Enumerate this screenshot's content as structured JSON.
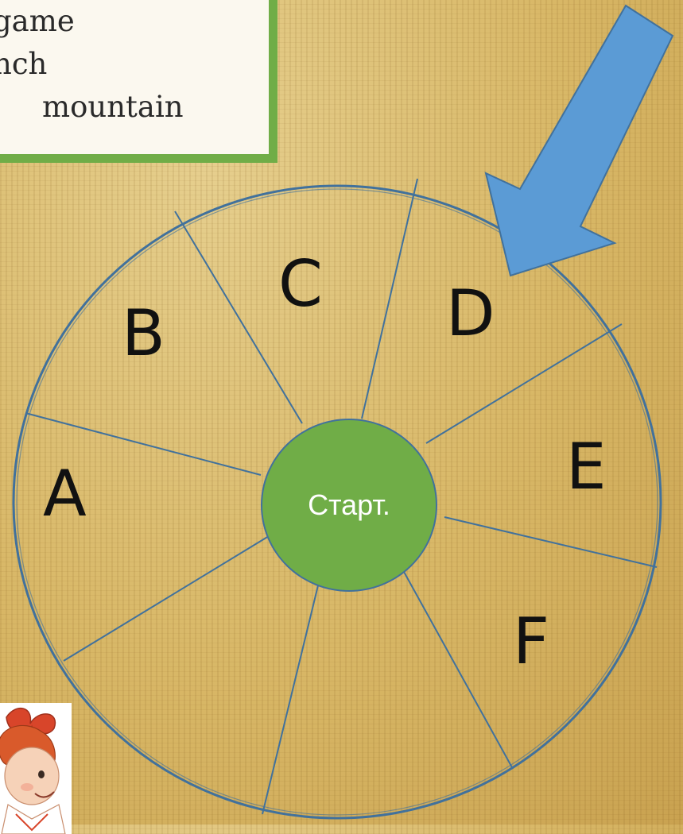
{
  "word_card": {
    "words": [
      "game",
      "nch",
      "mountain"
    ]
  },
  "wheel": {
    "sector_labels": {
      "a": "A",
      "b": "B",
      "c": "C",
      "d": "D",
      "e": "E",
      "f": "F"
    },
    "start_label": "Старт."
  },
  "colors": {
    "card_border": "#70ad47",
    "start_fill": "#70ad47",
    "wheel_line": "#41719c",
    "arrow_fill": "#5b9bd5",
    "background": "#d9b96b"
  },
  "icons": {
    "pointer": "arrow-down-left-icon",
    "character": "girl-with-bow-icon"
  }
}
